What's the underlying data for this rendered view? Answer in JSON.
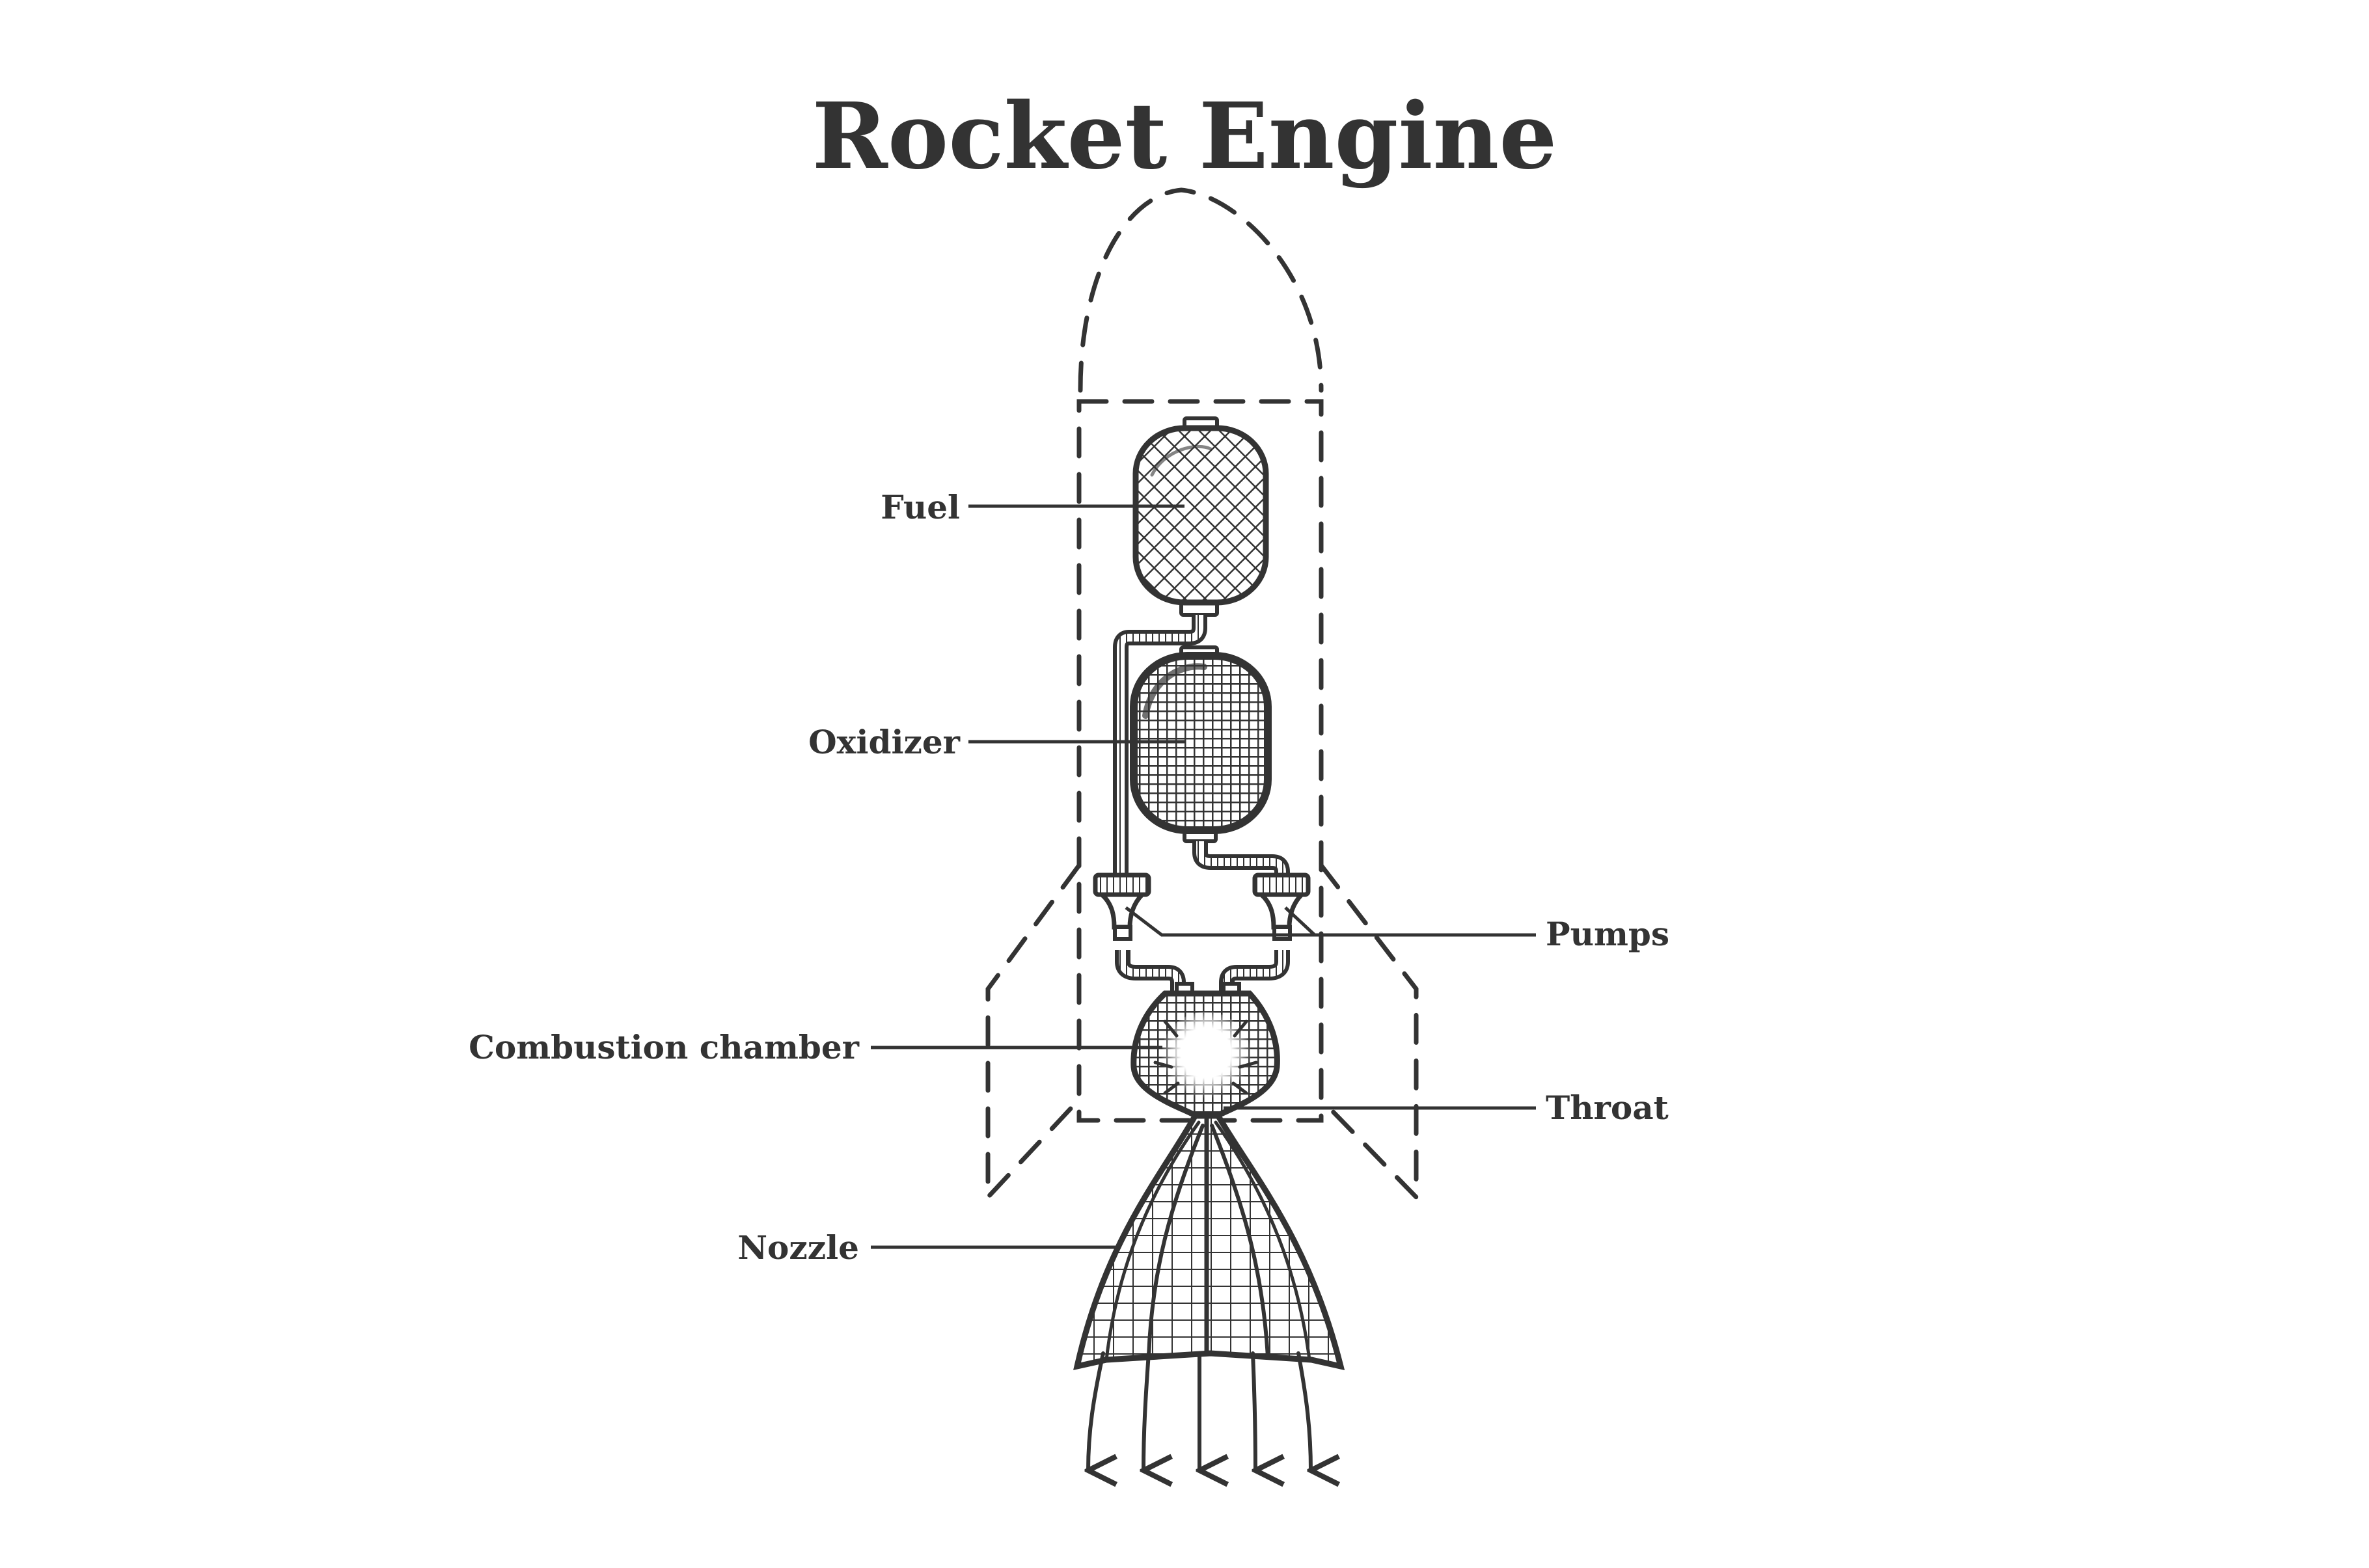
{
  "title": "Rocket Engine",
  "colors": {
    "ink": "#333333",
    "background": "#ffffff"
  },
  "labels": {
    "fuel": "Fuel",
    "oxidizer": "Oxidizer",
    "pumps": "Pumps",
    "combustion_chamber": "Combustion chamber",
    "throat": "Throat",
    "nozzle": "Nozzle"
  },
  "exhaust_arrow_count": 5
}
